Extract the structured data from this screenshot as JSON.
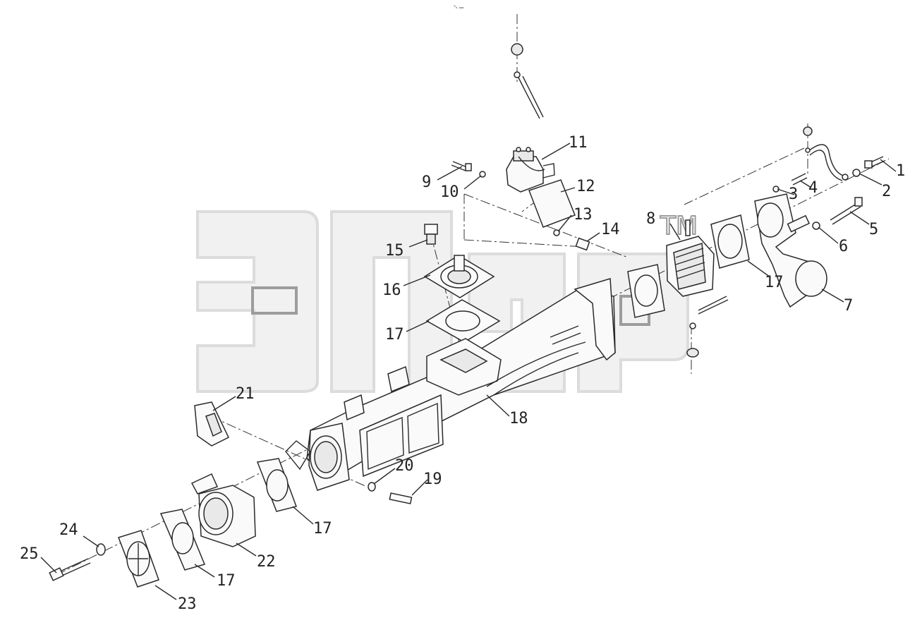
{
  "diagram": {
    "top_note": "°ₖ ₐₐₐ",
    "watermark_tm": "TM",
    "callouts": [
      {
        "id": "c1",
        "text": "1"
      },
      {
        "id": "c2",
        "text": "2"
      },
      {
        "id": "c3",
        "text": "3"
      },
      {
        "id": "c4",
        "text": "4"
      },
      {
        "id": "c5",
        "text": "5"
      },
      {
        "id": "c6",
        "text": "6"
      },
      {
        "id": "c7",
        "text": "7"
      },
      {
        "id": "c8",
        "text": "8"
      },
      {
        "id": "c9",
        "text": "9"
      },
      {
        "id": "c10",
        "text": "10"
      },
      {
        "id": "c11",
        "text": "11"
      },
      {
        "id": "c12",
        "text": "12"
      },
      {
        "id": "c13",
        "text": "13"
      },
      {
        "id": "c14",
        "text": "14"
      },
      {
        "id": "c15",
        "text": "15"
      },
      {
        "id": "c16",
        "text": "16"
      },
      {
        "id": "c17a",
        "text": "17"
      },
      {
        "id": "c17b",
        "text": "17"
      },
      {
        "id": "c17c",
        "text": "17"
      },
      {
        "id": "c17d",
        "text": "17"
      },
      {
        "id": "c18",
        "text": "18"
      },
      {
        "id": "c19",
        "text": "19"
      },
      {
        "id": "c20",
        "text": "20"
      },
      {
        "id": "c21",
        "text": "21"
      },
      {
        "id": "c22",
        "text": "22"
      },
      {
        "id": "c23",
        "text": "23"
      },
      {
        "id": "c24",
        "text": "24"
      },
      {
        "id": "c25",
        "text": "25"
      }
    ]
  }
}
